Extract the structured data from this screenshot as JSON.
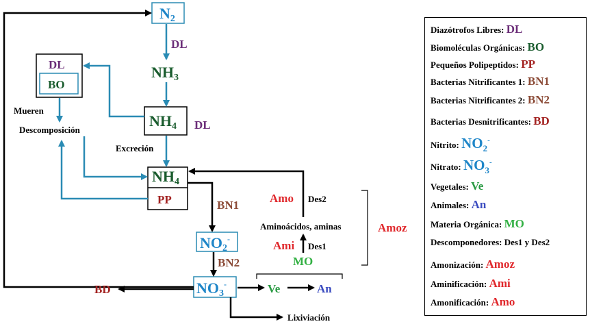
{
  "colors": {
    "arrow_blue": "#2a8bb4",
    "black": "#000000",
    "dark_green": "#1a5c2e",
    "green": "#2a9a43",
    "bright_green": "#32b043",
    "purple": "#6b2d78",
    "dark_red": "#a32322",
    "red": "#e0282c",
    "brown": "#8b4a36",
    "blue": "#1f86c8",
    "blue_violet": "#3b4cc0",
    "box_teal": "#2a8bb4"
  },
  "nodes": {
    "n2": "N",
    "n2_sub": "2",
    "dl_top": "DL",
    "nh3": "NH",
    "nh3_sub": "3",
    "dl_box": "DL",
    "bo_box": "BO",
    "nh4_mid": "NH",
    "nh4_mid_sub": "4",
    "dl_mid": "DL",
    "mueren": "Mueren",
    "descomposicion": "Descomposición",
    "excrecion": "Excreción",
    "nh4_low": "NH",
    "nh4_low_sub": "4",
    "pp": "PP",
    "bn1": "BN1",
    "amo": "Amo",
    "des2": "Des2",
    "aminoacidos": "Aminoácidos, aminas",
    "amoz": "Amoz",
    "no2": "NO",
    "no2_sub": "2",
    "no2_sup": "-",
    "ami": "Ami",
    "des1": "Des1",
    "mo": "MO",
    "bn2": "BN2",
    "bd": "BD",
    "no3": "NO",
    "no3_sub": "3",
    "no3_sup": "-",
    "ve": "Ve",
    "an": "An",
    "lixiviacion": "Lixiviación"
  },
  "legend": [
    {
      "label": "Diazótrofos Libres: ",
      "value": "DL",
      "color": "#6b2d78"
    },
    {
      "label": "Biomoléculas Orgánicas: ",
      "value": "BO",
      "color": "#1a5c2e"
    },
    {
      "label": "Pequeños Polipeptidos: ",
      "value": "PP",
      "color": "#a32322"
    },
    {
      "label": "Bacterias Nitrificantes 1: ",
      "value": "BN1",
      "color": "#8b4a36"
    },
    {
      "label": "Bacterias Nitrificantes 2: ",
      "value": "BN2",
      "color": "#8b4a36"
    },
    {
      "label": "Bacterias Desnitrificantes: ",
      "value": "BD",
      "color": "#a32322"
    },
    {
      "label": "Nitrito: ",
      "value": "NO",
      "sub": "2",
      "sup": "-",
      "color": "#1f86c8",
      "big": true
    },
    {
      "label": "Nitrato: ",
      "value": "NO",
      "sub": "3",
      "sup": "-",
      "color": "#1f86c8",
      "big": true
    },
    {
      "label": "Vegetales: ",
      "value": "Ve",
      "color": "#2a9a43"
    },
    {
      "label": "Animales: ",
      "value": "An",
      "color": "#3b4cc0"
    },
    {
      "label": "Materia Orgánica: ",
      "value": "MO",
      "color": "#32b043"
    },
    {
      "label": "Descomponedores: Des1 y Des2",
      "value": "",
      "color": "#000000"
    },
    {
      "label": "Amonización: ",
      "value": "Amoz",
      "color": "#e0282c"
    },
    {
      "label": "Aminificación: ",
      "value": "Ami",
      "color": "#e0282c"
    },
    {
      "label": "Amonificación: ",
      "value": "Amo",
      "color": "#e0282c"
    }
  ]
}
